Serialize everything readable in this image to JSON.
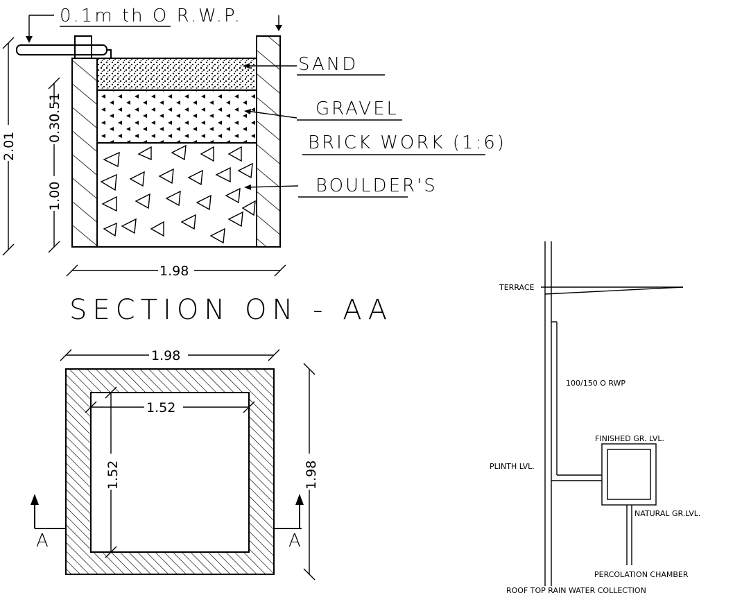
{
  "section": {
    "pipe_label": "0.1m th O R.W.P.",
    "sand_label": "SAND",
    "gravel_label": "GRAVEL",
    "brick_label": "BRICK WORK (1:6)",
    "boulder_label": "BOULDER'S",
    "dim_total_height": "2.01",
    "dim_boulder_height": "1.00",
    "dim_gravel_height": "0.30",
    "dim_sand_height": "0.51",
    "dim_width": "1.98",
    "title": "SECTION ON - AA"
  },
  "plan": {
    "dim_outer_width": "1.98",
    "dim_inner_width": "1.52",
    "dim_inner_height": "1.52",
    "dim_outer_height": "1.98",
    "cut_left": "A",
    "cut_right": "A"
  },
  "scheme": {
    "terrace": "TERRACE",
    "rwp": "100/150 O RWP",
    "finished_gl": "FINISHED GR. LVL.",
    "plinth": "PLINTH LVL.",
    "natural_gl": "NATURAL GR.LVL.",
    "chamber": "PERCOLATION CHAMBER",
    "caption": "ROOF TOP RAIN WATER COLLECTION"
  },
  "colors": {
    "ink": "#000000",
    "paper": "#ffffff"
  }
}
